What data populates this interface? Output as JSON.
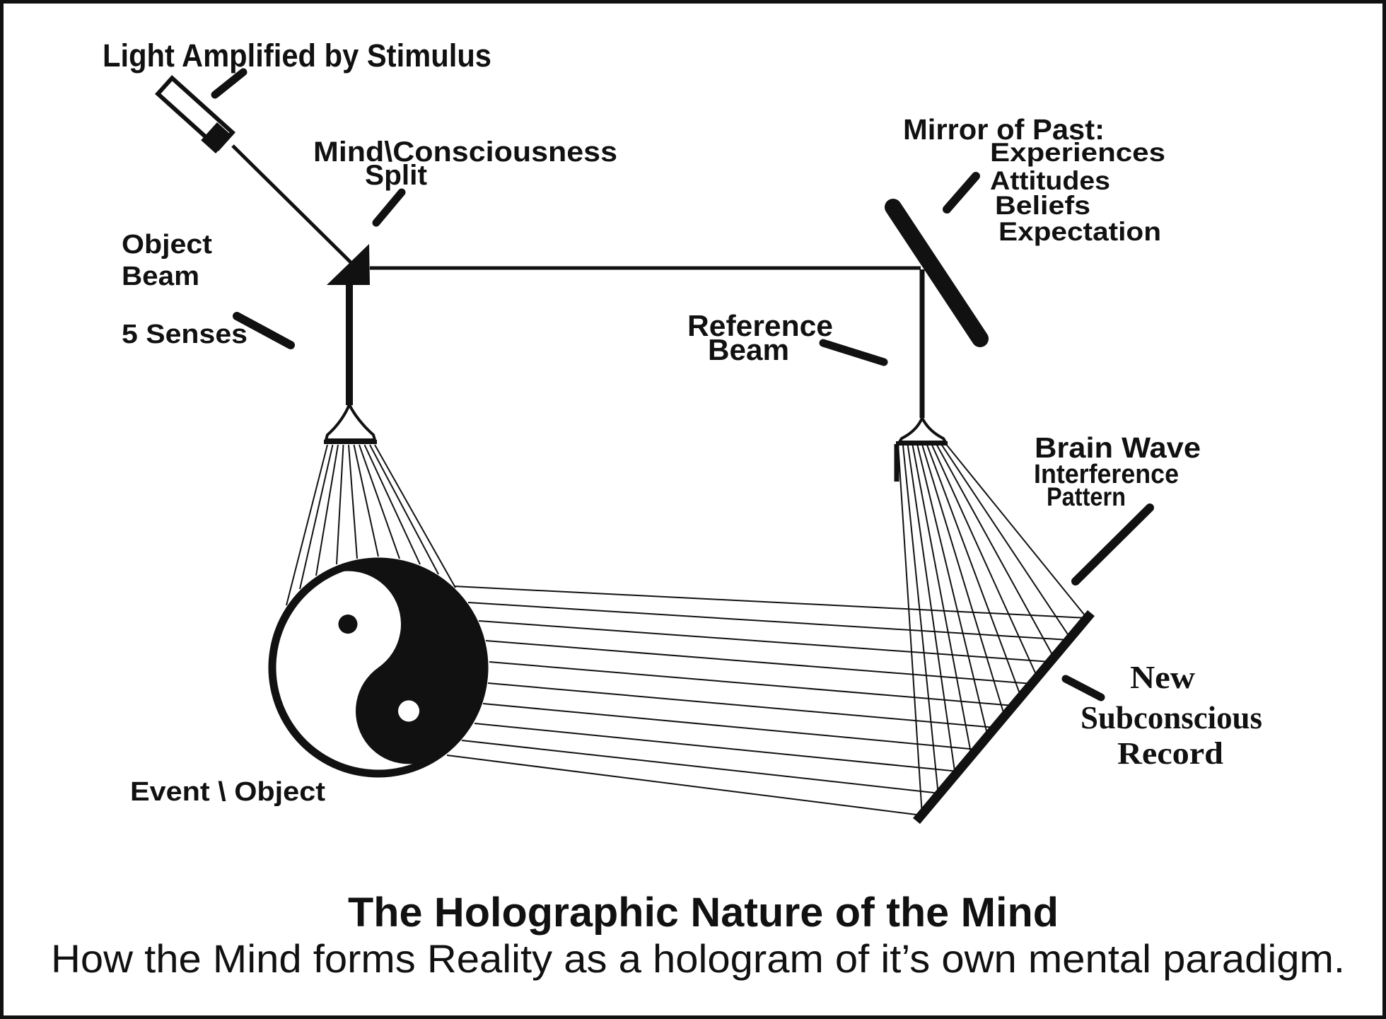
{
  "diagram": {
    "labels": {
      "light_source": "Light Amplified by Stimulus",
      "mind_split_line1": "Mind\\Consciousness",
      "mind_split_line2": "Split",
      "object_beam_line1": "Object",
      "object_beam_line2": "Beam",
      "five_senses": "5 Senses",
      "mirror_title": "Mirror of Past:",
      "mirror_items": [
        "Experiences",
        "Attitudes",
        "Beliefs",
        "Expectation"
      ],
      "reference_beam_line1": "Reference",
      "reference_beam_line2": "Beam",
      "interference_line1": "Brain Wave",
      "interference_line2": "Interference",
      "interference_line3": "Pattern",
      "record_line1": "New",
      "record_line2": "Subconscious",
      "record_line3": "Record",
      "event_object": "Event \\ Object"
    },
    "caption": {
      "title": "The Holographic Nature of the Mind",
      "subtitle": "How the Mind forms Reality as a hologram of it’s own mental paradigm."
    },
    "colors": {
      "ink": "#111111",
      "background": "#ffffff"
    }
  }
}
